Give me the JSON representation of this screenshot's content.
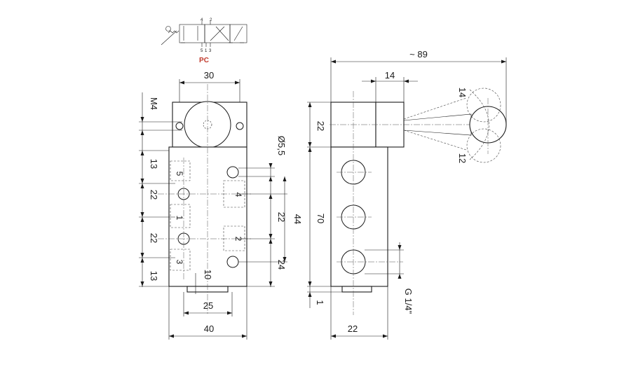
{
  "symbol": {
    "model_label": "PC",
    "top_ports": [
      "4",
      "2"
    ],
    "bottom_ports": [
      "5",
      "1",
      "3"
    ],
    "accent_color": "#c0392b"
  },
  "front_view": {
    "dimensions": {
      "width_top": "30",
      "thread": "M4",
      "hole_diameter": "Ø5,5",
      "pitch_a": "13",
      "pitch_b": "22",
      "pitch_c": "22",
      "pitch_d": "13",
      "right_pitch": "22",
      "right_span": "44",
      "right_bottom": "24",
      "bottom_offset": "10",
      "base_width": "25",
      "overall_width": "40"
    },
    "ports": [
      "5",
      "4",
      "1",
      "2",
      "3"
    ]
  },
  "side_view": {
    "dimensions": {
      "overall_length": "~ 89",
      "head_width": "14",
      "head_height": "22",
      "body_height": "70",
      "lever_angle_up": "14",
      "lever_angle_down": "12",
      "base_step": "1",
      "port_thread": "G 1/4\"",
      "body_width": "22"
    }
  }
}
